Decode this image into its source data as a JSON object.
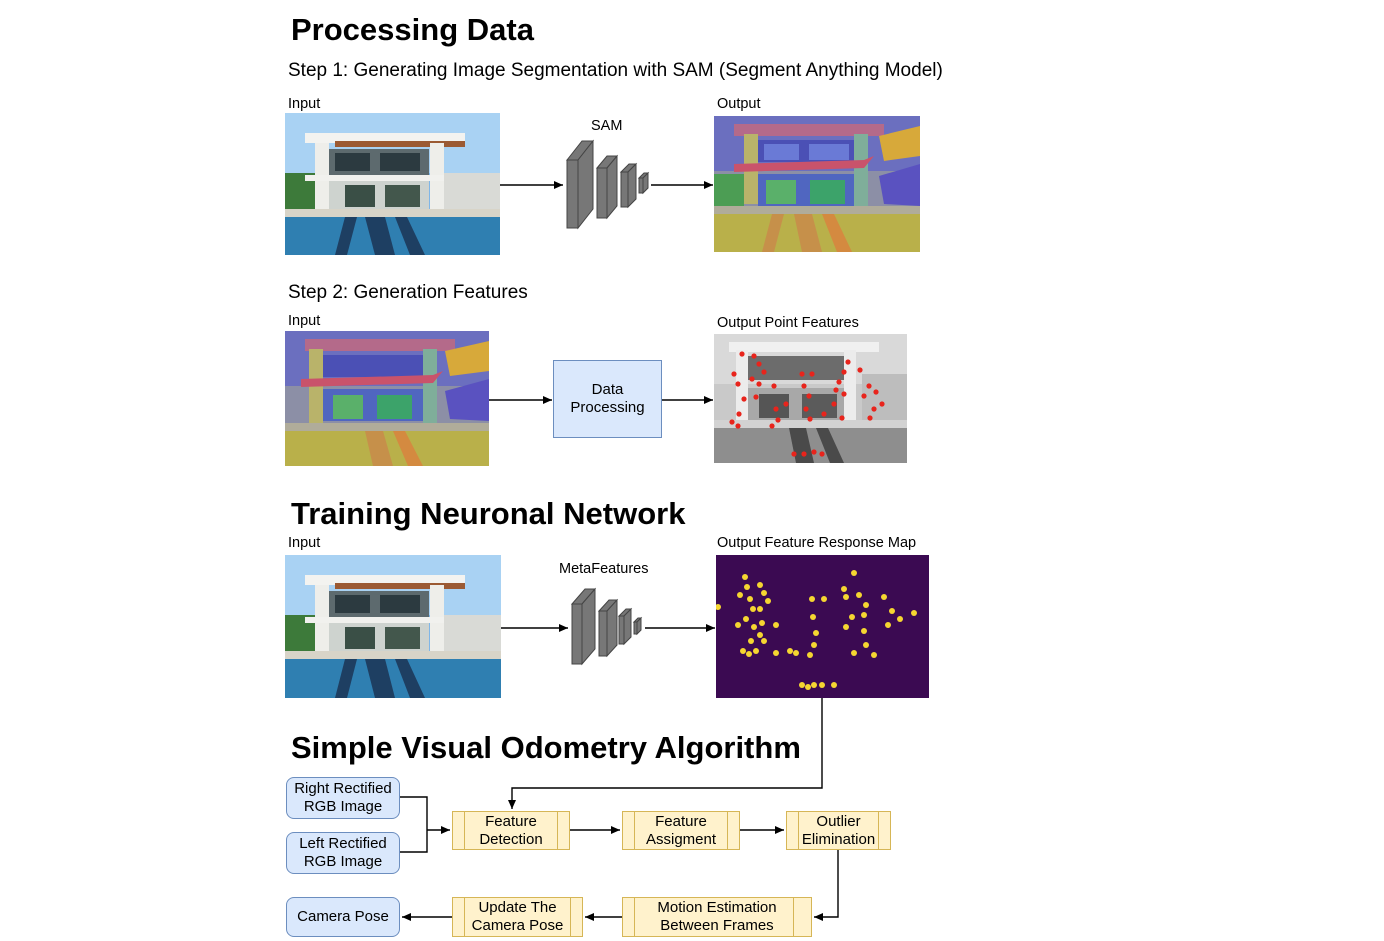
{
  "sections": {
    "processing_title": "Processing Data",
    "training_title": "Training Neuronal Network",
    "odometry_title": "Simple Visual Odometry Algorithm"
  },
  "step1": {
    "title": "Step 1: Generating Image Segmentation with SAM (Segment Anything Model)",
    "input_label": "Input",
    "model_label": "SAM",
    "output_label": "Output"
  },
  "step2": {
    "title": "Step 2: Generation Features",
    "input_label": "Input",
    "process_label_line1": "Data",
    "process_label_line2": "Processing",
    "output_label": "Output Point Features"
  },
  "training": {
    "input_label": "Input",
    "model_label": "MetaFeatures",
    "output_label": "Output Feature Response Map"
  },
  "odometry": {
    "right_image": [
      "Right Rectified",
      "RGB Image"
    ],
    "left_image": [
      "Left Rectified",
      "RGB Image"
    ],
    "feature_detection": [
      "Feature",
      "Detection"
    ],
    "feature_assignment": [
      "Feature",
      "Assigment"
    ],
    "outlier_elimination": [
      "Outlier",
      "Elimination"
    ],
    "motion_estimation": [
      "Motion Estimation",
      "Between Frames"
    ],
    "update_pose": [
      "Update The",
      "Camera Pose"
    ],
    "camera_pose": "Camera Pose"
  },
  "colors": {
    "process_fill": "#dae8fc",
    "process_stroke": "#6c8ebf",
    "step_fill": "#fff2cc",
    "step_stroke": "#d6b656",
    "feature_point": "#e8241c",
    "response_bg": "#3b0a52",
    "response_point": "#f5d631"
  }
}
